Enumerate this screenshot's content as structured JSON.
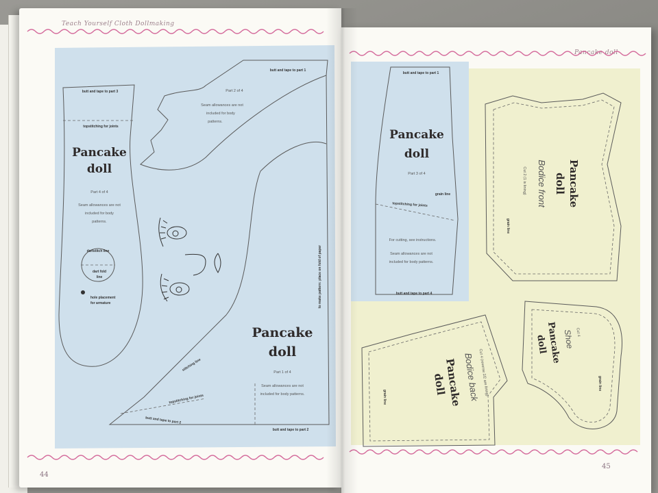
{
  "header": {
    "left_running_head": "Teach Yourself Cloth Dollmaking",
    "right_running_head": "Pancake doll"
  },
  "folios": {
    "left": "44",
    "right": "45"
  },
  "colors": {
    "blue_panel": "#cfe0ec",
    "yellow_panel": "#f0f0cf",
    "wavy_line": "#d46a9b",
    "outline": "#5a5a5a"
  },
  "part1": {
    "title_line1": "Pancake",
    "title_line2": "doll",
    "part": "Part 1 of 4",
    "note_line1": "Seam allowances are not",
    "note_line2": "included for body patterns.",
    "butt_tape": "butt and tape to part 2",
    "stitching_line": "stitching line",
    "topstitching": "topstitching for joints",
    "fold_line": "to make pattern: place on fold of paper"
  },
  "part2": {
    "part": "Part 2 of 4",
    "note_line1": "Seam allowances are not",
    "note_line2": "included for body",
    "note_line3": "patterns.",
    "butt_tape": "butt and tape to part 1"
  },
  "part4": {
    "title_line1": "Pancake",
    "title_line2": "doll",
    "part": "Part 4 of 4",
    "note_line1": "Seam allowances are not",
    "note_line2": "included for body",
    "note_line3": "patterns.",
    "butt_tape": "butt and tape to part 3",
    "topstitching": "topstitching for joints",
    "dartstitch": "dartstitch line",
    "dart_fold_1": "dart fold",
    "dart_fold_2": "line",
    "hole_1": "hole placement",
    "hole_2": "for armature"
  },
  "part3": {
    "title_line1": "Pancake",
    "title_line2": "doll",
    "part": "Part 3 of 4",
    "grain_line": "grain line",
    "topstitching": "topstitching for joints",
    "cutting": "For cutting, see instructions.",
    "note_line1": "Seam allowances are not",
    "note_line2": "included for body patterns.",
    "butt_tape_top": "butt and tape to part 1",
    "butt_tape_bottom": "butt and tape to part 4"
  },
  "bodice_front": {
    "title_line1": "Pancake",
    "title_line2": "doll",
    "subtitle": "Bodice front",
    "cut": "Cut 2 (1 is lining)",
    "grain_line": "grain line"
  },
  "bodice_back": {
    "title_line1": "Pancake",
    "title_line2": "doll",
    "subtitle": "Bodice back",
    "cut": "Cut 4 (reverse 2/2 are lining)",
    "grain_line": "grain line"
  },
  "shoe": {
    "title_line1": "Pancake",
    "title_line2": "doll",
    "subtitle": "Shoe",
    "cut": "Cut 4",
    "grain_line": "grain line"
  }
}
